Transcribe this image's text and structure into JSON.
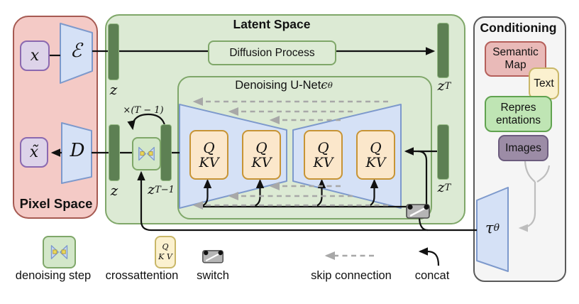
{
  "pixel_space": {
    "title": "Pixel Space",
    "input_label": "x",
    "output_label": "x̃",
    "encoder_label": "ℰ",
    "decoder_label": "D"
  },
  "latent_space": {
    "title": "Latent Space",
    "diffusion_process_label": "Diffusion Process",
    "z_top": "z",
    "zT_top_base": "z",
    "zT_top_sub": "T",
    "z_bottom": "z",
    "zTm1_base": "z",
    "zTm1_sub": "T−1",
    "zT_right_base": "z",
    "zT_right_sub": "T",
    "loop_label": "×(T − 1)",
    "unet_title_prefix": "Denoising U-Net ",
    "unet_epsilon": "ϵ",
    "unet_epsilon_sub": "θ"
  },
  "attention_blocks": [
    {
      "q": "Q",
      "kv": "KV"
    },
    {
      "q": "Q",
      "kv": "KV"
    },
    {
      "q": "Q",
      "kv": "KV"
    },
    {
      "q": "Q",
      "kv": "KV"
    }
  ],
  "conditioning": {
    "title": "Conditioning",
    "semantic_map_label": "Semantic Map",
    "text_label": "Text",
    "representations_line1": "Repres",
    "representations_line2": "entations",
    "images_label": "Images",
    "tau_base": "τ",
    "tau_sub": "θ"
  },
  "legend": {
    "denoising_step": "denoising step",
    "crossattention": "crossattention",
    "crossattention_q": "Q",
    "crossattention_kv": "K V",
    "switch": "switch",
    "skip_connection": "skip connection",
    "concat": "concat"
  },
  "colors": {
    "pixel_space_fill": "#f4cac6",
    "pixel_space_border": "#a65a52",
    "latent_fill": "#dcead4",
    "latent_border": "#7fa769",
    "bar_fill": "#5d8053",
    "trapezoid_fill": "#d5e1f6",
    "trapezoid_border": "#7d99cc",
    "attention_fill": "#fbe7cb",
    "attention_border": "#c79435",
    "purple_fill": "#ddd3e9",
    "purple_border": "#8b69b0",
    "conditioning_fill": "#f5f5f5",
    "conditioning_border": "#5a5a5a",
    "semantic_fill": "#e9bab8",
    "text_fill": "#fbf1cf",
    "representations_fill": "#bfe5b4",
    "images_fill": "#9c8ca6",
    "switch_fill": "#b5b5b5",
    "skip_gray": "#a8a8a8",
    "line_black": "#111111"
  }
}
